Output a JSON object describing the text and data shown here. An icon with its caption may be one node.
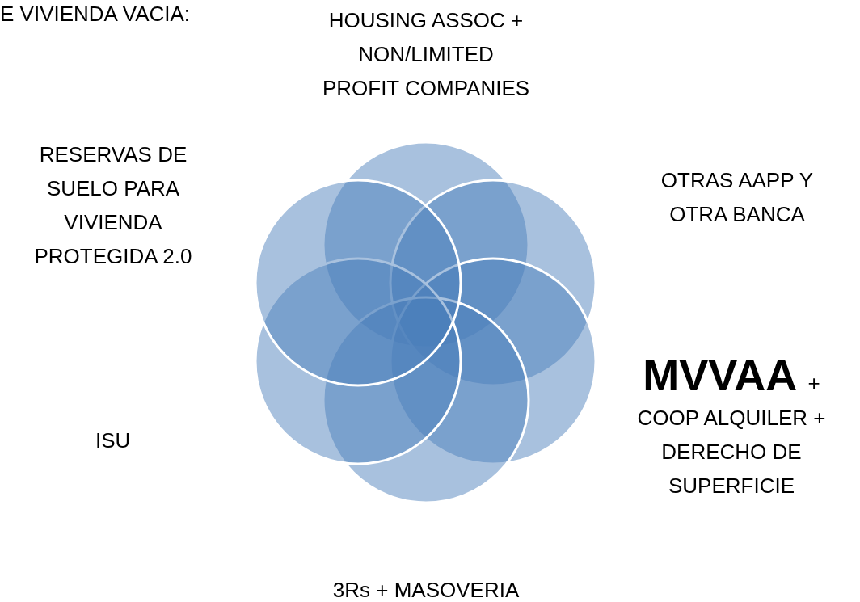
{
  "diagram": {
    "nodes": [
      {
        "text": [],
        "shape": "circle",
        "beside": [
          "HOUSING ASSOC + NON/LIMITED PROFIT COMPANIES"
        ]
      },
      {
        "text": [],
        "shape": "circle",
        "beside": [
          "OTRAS AAPP Y OTRA BANCA"
        ]
      },
      {
        "text": [],
        "shape": "circle",
        "beside": [
          "**MVVAA** + COOP ALQUILER + DERECHO DE SUPERFICIE"
        ]
      },
      {
        "text": [],
        "shape": "circle",
        "beside": [
          "3Rs + MASOVERIA"
        ]
      },
      {
        "text": [],
        "shape": "circle"
      },
      {
        "text": [],
        "shape": "circle",
        "beside": [
          "RESERVAS DE SUELO PARA VIVIENDA PROTEGIDA 2.0"
        ]
      }
    ],
    "labels": [
      "E VIVIENDA VACIA:",
      "ISU"
    ]
  }
}
